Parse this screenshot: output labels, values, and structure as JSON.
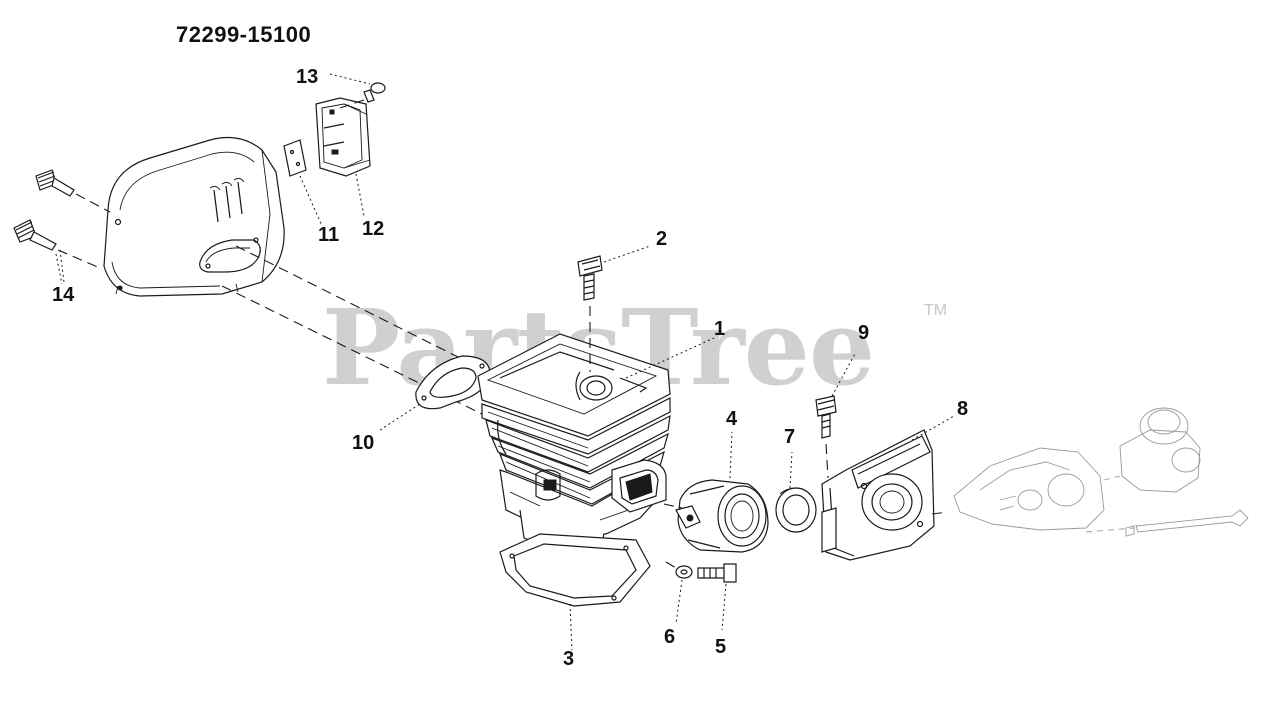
{
  "diagram": {
    "part_number": "72299-15100",
    "watermark": "PartsTree",
    "trademark": "TM"
  },
  "callouts": [
    {
      "number": "1"
    },
    {
      "number": "2"
    },
    {
      "number": "3"
    },
    {
      "number": "4"
    },
    {
      "number": "5"
    },
    {
      "number": "6"
    },
    {
      "number": "7"
    },
    {
      "number": "8"
    },
    {
      "number": "9"
    },
    {
      "number": "10"
    },
    {
      "number": "11"
    },
    {
      "number": "12"
    },
    {
      "number": "13"
    },
    {
      "number": "14"
    }
  ]
}
